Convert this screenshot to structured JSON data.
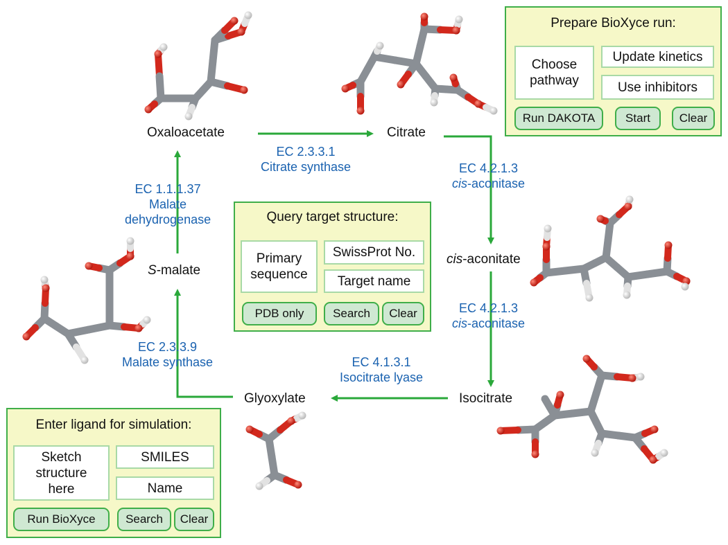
{
  "colors": {
    "arrow": "#2aa83a",
    "ec_text": "#1a62b0",
    "panel_fill": "#f6f8c8",
    "panel_border": "#3fae49",
    "button_fill": "#cfe8d2",
    "atom_carbon": "#8a8f95",
    "atom_oxygen": "#d2281c",
    "atom_hydrogen": "#e6e6e6"
  },
  "metabolites": {
    "oxaloacetate": "Oxaloacetate",
    "citrate": "Citrate",
    "cis_aconitate_prefix": "cis",
    "cis_aconitate_suffix": "-aconitate",
    "isocitrate": "Isocitrate",
    "glyoxylate": "Glyoxylate",
    "s_malate_prefix": "S",
    "s_malate_suffix": "-malate"
  },
  "enzymes": {
    "citrate_synthase": {
      "ec": "EC 2.3.3.1",
      "name": "Citrate synthase"
    },
    "aconitase_1": {
      "ec": "EC 4.2.1.3",
      "name_prefix": "cis",
      "name_suffix": "-aconitase"
    },
    "aconitase_2": {
      "ec": "EC 4.2.1.3",
      "name_prefix": "cis",
      "name_suffix": "-aconitase"
    },
    "isocitrate_lyase": {
      "ec": "EC 4.1.3.1",
      "name": "Isocitrate lyase"
    },
    "malate_synthase": {
      "ec": "EC 2.3.3.9",
      "name": "Malate synthase"
    },
    "malate_dehydrogenase": {
      "ec": "EC 1.1.1.37",
      "name_line1": "Malate",
      "name_line2": "dehydrogenase"
    }
  },
  "panels": {
    "bioxyce": {
      "title": "Prepare BioXyce run:",
      "choose_pathway": "Choose\npathway",
      "update_kinetics": "Update kinetics",
      "use_inhibitors": "Use inhibitors",
      "run_dakota": "Run DAKOTA",
      "start": "Start",
      "clear": "Clear"
    },
    "query": {
      "title": "Query target structure:",
      "primary_sequence": "Primary\nsequence",
      "swissprot": "SwissProt No.",
      "target_name": "Target name",
      "pdb_only": "PDB only",
      "search": "Search",
      "clear": "Clear"
    },
    "ligand": {
      "title": "Enter ligand for simulation:",
      "sketch": "Sketch\nstructure\nhere",
      "smiles": "SMILES",
      "name": "Name",
      "run_bioxyce": "Run BioXyce",
      "search": "Search",
      "clear": "Clear"
    }
  }
}
